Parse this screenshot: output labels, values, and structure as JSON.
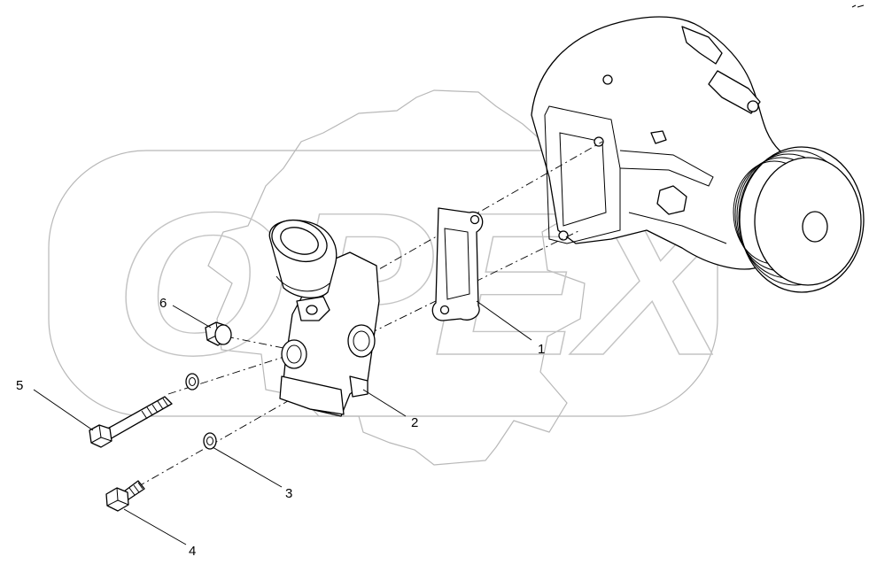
{
  "watermark": {
    "text": "OPEX"
  },
  "callouts": [
    {
      "id": "1",
      "label": "1",
      "part": "gasket"
    },
    {
      "id": "2",
      "label": "2",
      "part": "thermostat-housing"
    },
    {
      "id": "3",
      "label": "3",
      "part": "washer"
    },
    {
      "id": "4",
      "label": "4",
      "part": "short-bolt"
    },
    {
      "id": "5",
      "label": "5",
      "part": "long-bolt"
    },
    {
      "id": "6",
      "label": "6",
      "part": "plug"
    }
  ],
  "colors": {
    "line": "#000000",
    "watermark": "#b8b8b8",
    "background": "#ffffff"
  }
}
